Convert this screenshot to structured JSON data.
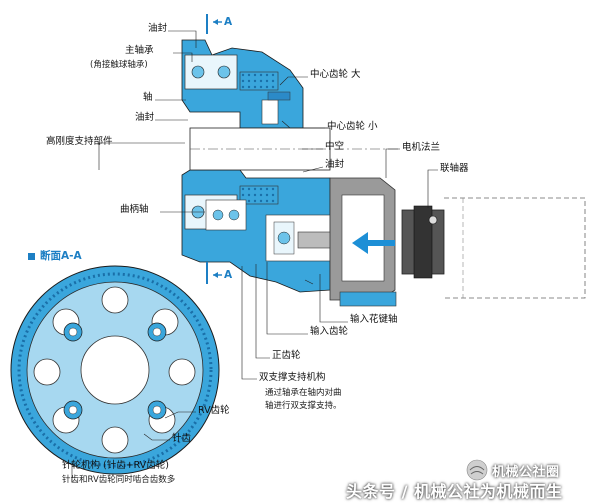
{
  "labels": {
    "oil_seal_top": "油封",
    "main_bearing": "主轴承",
    "main_bearing_note": "(角接触球轴承)",
    "shaft": "轴",
    "oil_seal_left": "油封",
    "rigid_support": "高刚度支持部件",
    "center_gear_large": "中心齿轮 大",
    "center_gear_small": "中心齿轮 小",
    "hollow": "中空",
    "oil_seal_right": "油封",
    "motor_flange": "电机法兰",
    "coupling": "联轴器",
    "crankshaft": "曲柄轴",
    "section_aa": "断面A-A",
    "section_mark_top": "A",
    "section_mark_bottom": "A",
    "input_gear": "输入齿轮",
    "input_spline_shaft": "输入花键轴",
    "spur_gear": "正齿轮",
    "double_support": "双支撑支持机构",
    "double_support_note_1": "通过轴承在轴内对曲",
    "double_support_note_2": "轴进行双支撑支持。",
    "rv_gear": "RV齿轮",
    "pin_gear": "针齿",
    "pin_wheel": "针轮机构 (针齿+RV齿轮)",
    "pin_wheel_note": "针齿和RV齿轮同时啮合齿数多",
    "watermark_top": "机械公社圈",
    "watermark_bottom": "头条号 / 机械公社为机械而生"
  },
  "colors": {
    "accent": "#3aa6dc",
    "accent_dark": "#1d7fc4",
    "gear_light": "#b9e0f3",
    "body_gray": "#9a9a9a"
  }
}
